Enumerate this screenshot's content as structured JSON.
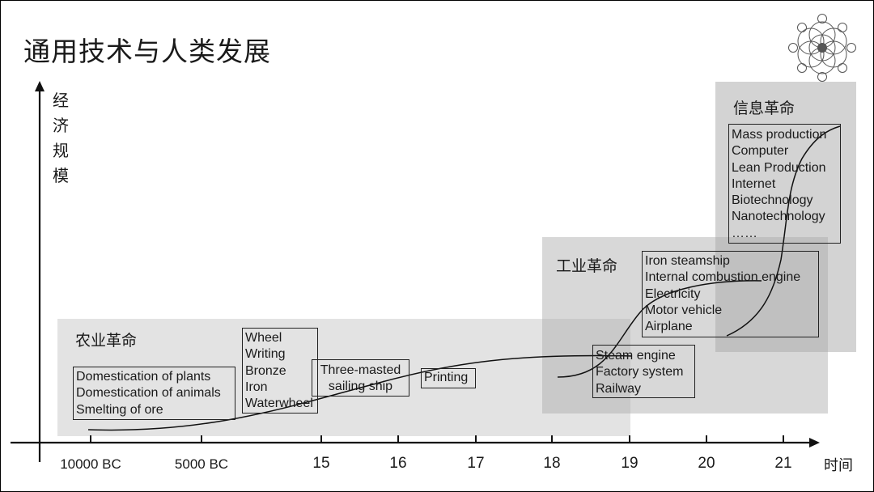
{
  "title": "通用技术与人类发展",
  "axes": {
    "y_label_chars": [
      "经",
      "济",
      "规",
      "模"
    ],
    "x_label": "时间",
    "ticks": [
      {
        "label": "10000 BC",
        "size": "small"
      },
      {
        "label": "5000 BC",
        "size": "small"
      },
      {
        "label": "15",
        "size": "large"
      },
      {
        "label": "16",
        "size": "large"
      },
      {
        "label": "17",
        "size": "large"
      },
      {
        "label": "18",
        "size": "large"
      },
      {
        "label": "19",
        "size": "large"
      },
      {
        "label": "20",
        "size": "large"
      },
      {
        "label": "21",
        "size": "large"
      }
    ]
  },
  "eras": [
    {
      "label": "农业革命",
      "shade": "#e3e3e3"
    },
    {
      "label": "工业革命",
      "shade": "#d2d2d2"
    },
    {
      "label": "信息革命",
      "shade": "#cbcbcb"
    }
  ],
  "technology_boxes": [
    {
      "items": [
        "Domestication of plants",
        "Domestication of animals",
        "Smelting of ore"
      ]
    },
    {
      "items": [
        "Wheel",
        "Writing",
        "Bronze",
        "Iron",
        "Waterwheel"
      ]
    },
    {
      "items": [
        "Three-masted",
        "sailing ship"
      ]
    },
    {
      "items": [
        "Printing"
      ]
    },
    {
      "items": [
        "Steam engine",
        "Factory system",
        "Railway"
      ]
    },
    {
      "items": [
        "Iron steamship",
        "Internal combustion engine",
        "Electricity",
        "Motor vehicle",
        "Airplane"
      ]
    },
    {
      "items": [
        "Mass production",
        "Computer",
        "Lean Production",
        "Internet",
        "Biotechnology",
        "Nanotechnology",
        "……"
      ]
    }
  ],
  "logo": {
    "name": "flower-of-life-logo"
  }
}
